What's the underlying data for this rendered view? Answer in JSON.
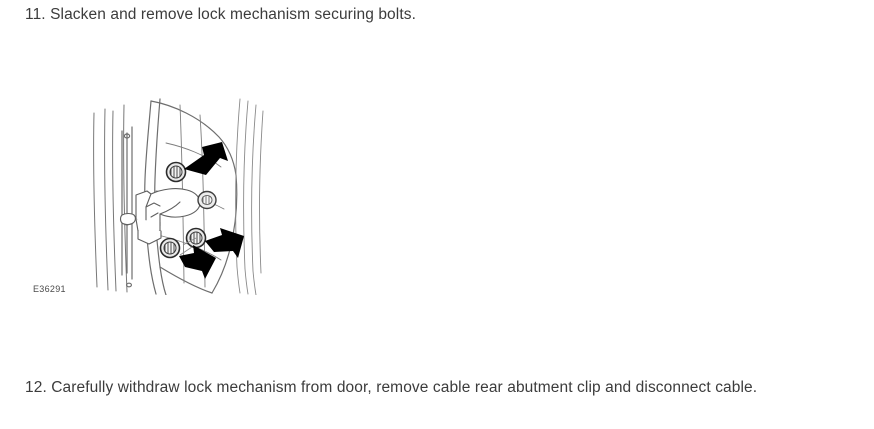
{
  "document": {
    "background_color": "#ffffff",
    "text_color": "#3c3c3c"
  },
  "steps": [
    {
      "number": "11.",
      "text": "11. Slacken and remove lock mechanism securing bolts."
    },
    {
      "number": "12.",
      "text": "12. Carefully withdraw lock mechanism from door, remove cable rear abutment clip and disconnect cable."
    }
  ],
  "figure": {
    "code": "E36291",
    "description": "Line drawing of a vehicle door lock mechanism inside the door shell, with three black callout arrows pointing at the lock mechanism securing bolts.",
    "line_color": "#6e6e6e",
    "arrow_color": "#000000",
    "bolt_fill": "#e8e8e8",
    "parts": [
      {
        "name": "door-shell-outline",
        "kind": "outline"
      },
      {
        "name": "door-frame-edge",
        "kind": "outline"
      },
      {
        "name": "lock-mechanism-body",
        "kind": "component"
      },
      {
        "name": "securing-bolt-upper",
        "kind": "bolt"
      },
      {
        "name": "securing-bolt-lower-left",
        "kind": "bolt"
      },
      {
        "name": "securing-bolt-lower-right",
        "kind": "bolt"
      },
      {
        "name": "bolt-hole-middle-right",
        "kind": "bolt"
      },
      {
        "name": "callout-arrow-upper",
        "kind": "arrow"
      },
      {
        "name": "callout-arrow-lower-left",
        "kind": "arrow"
      },
      {
        "name": "callout-arrow-lower-right",
        "kind": "arrow"
      }
    ]
  }
}
